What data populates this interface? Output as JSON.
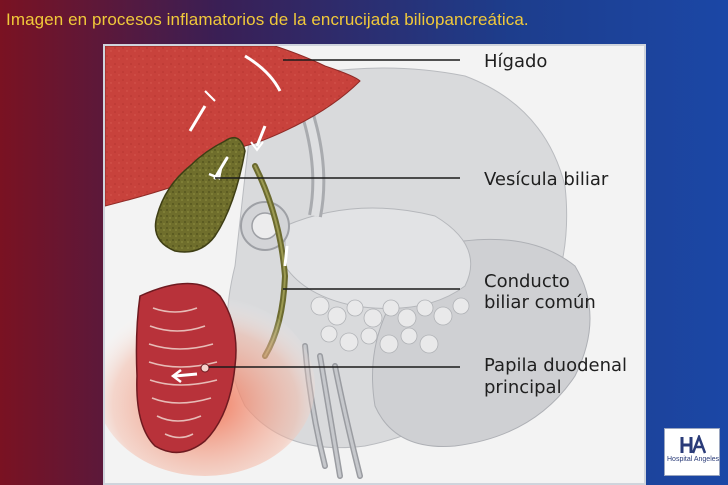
{
  "slide": {
    "title": "Imagen en procesos inflamatorios de la encrucijada biliopancreática."
  },
  "labels": {
    "liver": "Hígado",
    "gallbladder": "Vesícula biliar",
    "bile_duct_line1": "Conducto",
    "bile_duct_line2": "biliar común",
    "papilla_line1": "Papila duodenal",
    "papilla_line2": "principal"
  },
  "logo": {
    "name": "Hospital Angeles",
    "icon": "hospital-logo-icon",
    "colors": {
      "mark": "#2a3b78"
    }
  },
  "colors": {
    "title": "#f1c93a",
    "liver": "#c8423c",
    "gallbladder": "#6a6a2a",
    "duodenum": "#b8323a"
  }
}
